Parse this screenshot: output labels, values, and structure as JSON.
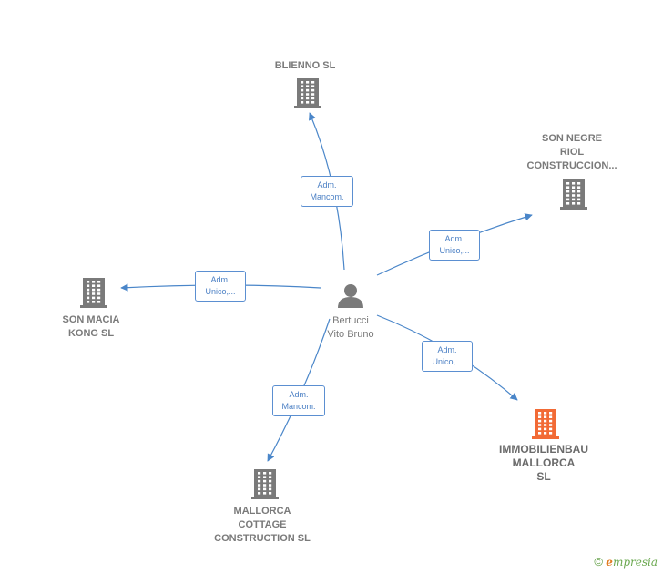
{
  "center": {
    "line1": "Bertucci",
    "line2": "Vito Bruno"
  },
  "companies": [
    {
      "id": "bl",
      "lines": [
        "BLIENNO SL"
      ],
      "highlight": false
    },
    {
      "id": "sn",
      "lines": [
        "SON NEGRE",
        "RIOL",
        "CONSTRUCCION..."
      ],
      "highlight": false
    },
    {
      "id": "sm",
      "lines": [
        "SON MACIA",
        "KONG  SL"
      ],
      "highlight": false
    },
    {
      "id": "im",
      "lines": [
        "IMMOBILIENBAU",
        "MALLORCA",
        "SL"
      ],
      "highlight": true
    },
    {
      "id": "mc",
      "lines": [
        "MALLORCA",
        "COTTAGE",
        "CONSTRUCTION SL"
      ],
      "highlight": false
    }
  ],
  "relations": [
    {
      "target": "bl",
      "line1": "Adm.",
      "line2": "Mancom."
    },
    {
      "target": "sn",
      "line1": "Adm.",
      "line2": "Unico,..."
    },
    {
      "target": "sm",
      "line1": "Adm.",
      "line2": "Unico,..."
    },
    {
      "target": "im",
      "line1": "Adm.",
      "line2": "Unico,..."
    },
    {
      "target": "mc",
      "line1": "Adm.",
      "line2": "Mancom."
    }
  ],
  "colors": {
    "edge": "#4a86c9",
    "building": "#7a7a7a",
    "building_highlight": "#f26a35",
    "person": "#7a7a7a"
  },
  "icons": {
    "company": "building-icon",
    "person": "person-icon",
    "copyright": "copyright-icon"
  },
  "brand": {
    "symbol": "©",
    "e": "e",
    "rest": "mpresia"
  }
}
